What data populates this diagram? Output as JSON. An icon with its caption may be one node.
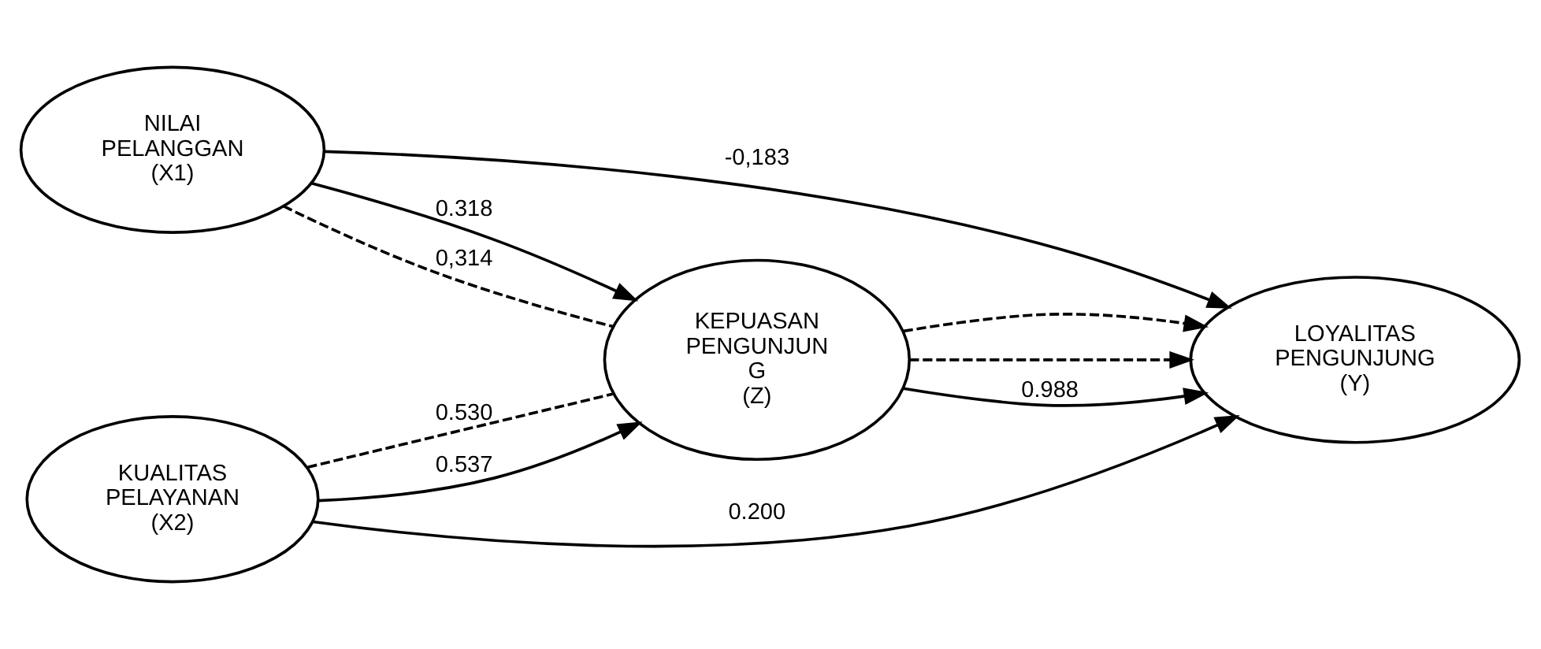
{
  "diagram": {
    "nodes": [
      {
        "text": [
          "NILAI PELANGGAN (X1)"
        ]
      },
      {
        "text": [
          "KUALITAS PELAYANAN (X2)"
        ]
      },
      {
        "text": [
          "KEPUASAN PENGUNJUN G (Z)"
        ]
      },
      {
        "text": [
          "LOYALITAS PENGUNJUNG (Y)"
        ]
      }
    ],
    "edges": [
      {
        "from": 0,
        "to": 3,
        "arrow": "to",
        "label": "-0,183"
      },
      {
        "from": 0,
        "to": 2,
        "arrow": "to",
        "label": "0.318"
      },
      {
        "from": 0,
        "to": 2,
        "arrow": "none",
        "label": "0,314",
        "style": "dashed"
      },
      {
        "from": 1,
        "to": 2,
        "arrow": "none",
        "label": "0.530",
        "style": "dashed"
      },
      {
        "from": 1,
        "to": 2,
        "arrow": "to",
        "label": "0.537"
      },
      {
        "from": 2,
        "to": 3,
        "arrow": "to",
        "style": "dashed"
      },
      {
        "from": 2,
        "to": 3,
        "arrow": "to",
        "label": "0.988"
      },
      {
        "from": 2,
        "to": 3,
        "arrow": "to",
        "style": "dashed"
      },
      {
        "from": 1,
        "to": 3,
        "arrow": "to",
        "label": "0.200"
      }
    ]
  }
}
